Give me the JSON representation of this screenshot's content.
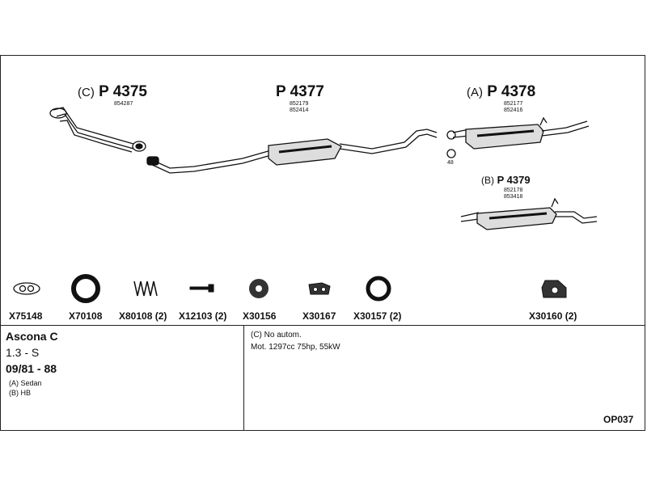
{
  "parts": {
    "p4375": {
      "prefix": "(C)",
      "number": "P 4375",
      "refs": [
        "854287"
      ]
    },
    "p4377": {
      "number": "P 4377",
      "refs": [
        "852179",
        "852414"
      ]
    },
    "p4378": {
      "prefix": "(A)",
      "number": "P 4378",
      "refs": [
        "852177",
        "852416"
      ]
    },
    "p4379": {
      "prefix": "(B)",
      "number": "P 4379",
      "refs": [
        "852178",
        "853418"
      ]
    },
    "hanger_ref": "48"
  },
  "accessories": [
    {
      "code": "X75148",
      "icon": "gasket-icon"
    },
    {
      "code": "X70108",
      "icon": "ring-gasket-icon"
    },
    {
      "code": "X80108 (2)",
      "icon": "spring-icon"
    },
    {
      "code": "X12103 (2)",
      "icon": "bolt-icon"
    },
    {
      "code": "X30156",
      "icon": "rubber-mount-icon"
    },
    {
      "code": "X30167",
      "icon": "hanger-clip-icon"
    },
    {
      "code": "X30157 (2)",
      "icon": "rubber-ring-icon"
    },
    {
      "code": "X30160 (2)",
      "icon": "bracket-mount-icon"
    }
  ],
  "vehicle": {
    "model": "Ascona C",
    "engine": "1.3 - S",
    "years": "09/81 - 88",
    "body_a": "(A) Sedan",
    "body_b": "(B) HB"
  },
  "notes": {
    "line1": "(C) No autom.",
    "line2": "Mot. 1297cc 75hp, 55kW"
  },
  "reference_code": "OP037"
}
